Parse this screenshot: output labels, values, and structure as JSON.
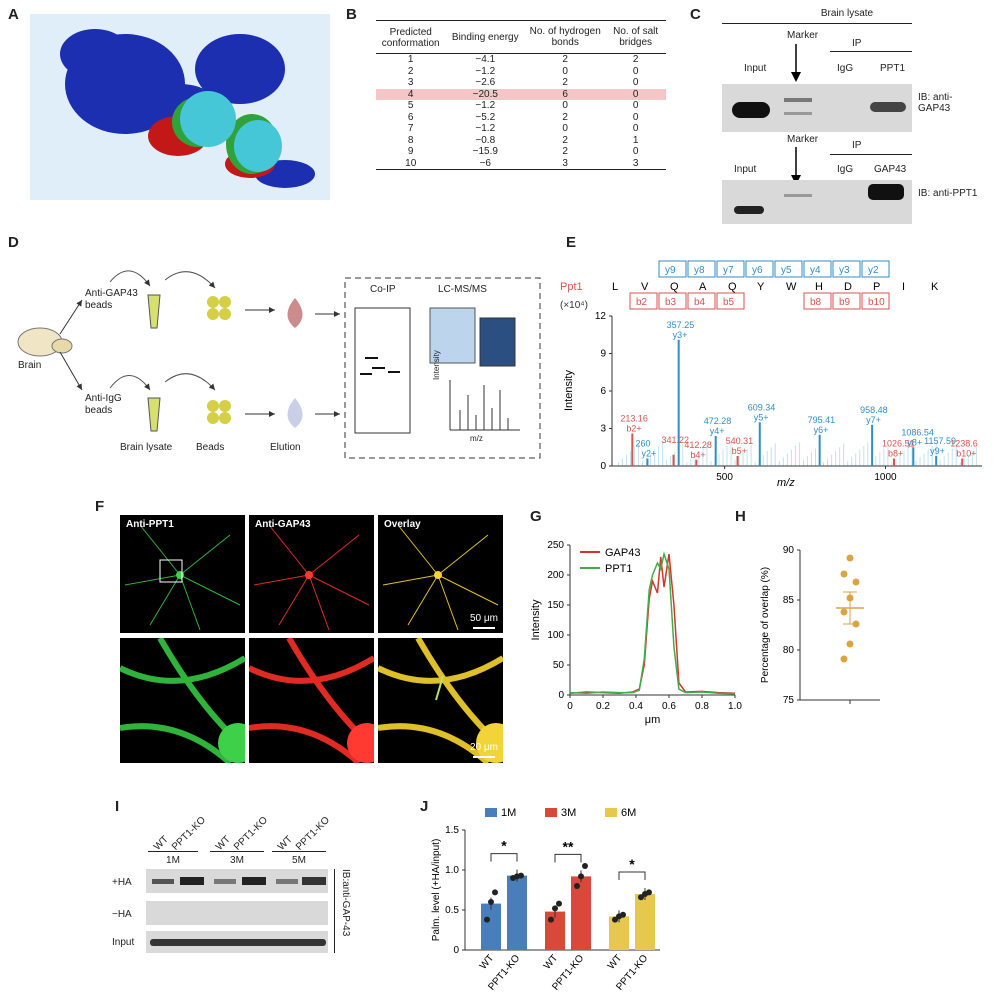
{
  "panels": [
    "A",
    "B",
    "C",
    "D",
    "E",
    "F",
    "G",
    "H",
    "I",
    "J"
  ],
  "table_b": {
    "headers": [
      "Predicted conformation",
      "Binding energy",
      "No. of hydrogen bonds",
      "No. of salt bridges"
    ],
    "rows": [
      [
        "1",
        "−4.1",
        "2",
        "2"
      ],
      [
        "2",
        "−1.2",
        "0",
        "0"
      ],
      [
        "3",
        "−2.6",
        "2",
        "0"
      ],
      [
        "4",
        "−20.5",
        "6",
        "0"
      ],
      [
        "5",
        "−1.2",
        "0",
        "0"
      ],
      [
        "6",
        "−5.2",
        "2",
        "0"
      ],
      [
        "7",
        "−1.2",
        "0",
        "0"
      ],
      [
        "8",
        "−0.8",
        "2",
        "1"
      ],
      [
        "9",
        "−15.9",
        "2",
        "0"
      ],
      [
        "10",
        "−6",
        "3",
        "3"
      ]
    ],
    "highlight_row": 3,
    "highlight_color": "#f6c6c6"
  },
  "panel_c": {
    "title": "Brain lysate",
    "marker": "Marker",
    "input": "Input",
    "ip": "IP",
    "igg": "IgG",
    "top_target": "PPT1",
    "bottom_target": "GAP43",
    "ib_top": "IB: anti-GAP43",
    "ib_bottom": "IB: anti-PPT1"
  },
  "panel_d": {
    "brain": "Brain",
    "anti_gap43": "Anti-GAP43 beads",
    "anti_igg": "Anti-IgG beads",
    "brain_lysate": "Brain lysate",
    "beads": "Beads",
    "elution": "Elution",
    "coip": "Co-IP",
    "lcms": "LC-MS/MS",
    "intensity": "Intensity",
    "mz": "m/z"
  },
  "panel_e": {
    "protein": "Ppt1",
    "scale": "(×10⁴)",
    "sequence": [
      "L",
      "V",
      "Q",
      "A",
      "Q",
      "Y",
      "W",
      "H",
      "D",
      "P",
      "I",
      "K"
    ],
    "y_ions": [
      "y9",
      "y8",
      "y7",
      "y6",
      "y5",
      "y4",
      "y3",
      "y2"
    ],
    "b_ions": [
      "b2",
      "b3",
      "b4",
      "b5",
      "b8",
      "b9",
      "b10"
    ],
    "ylabel": "Intensity",
    "xlabel": "m/z",
    "yticks": [
      "0",
      "3",
      "6",
      "9",
      "12"
    ],
    "xticks": [
      "500",
      "1000"
    ],
    "peaks": [
      {
        "mz": 213.16,
        "h": 2.6,
        "label": "213.16",
        "ion": "b2+",
        "color": "#d9534f"
      },
      {
        "mz": 260.2,
        "h": 0.6,
        "label": "260",
        "ion": "y2+",
        "color": "#2f8ec9"
      },
      {
        "mz": 341.22,
        "h": 0.9,
        "label": "341.22",
        "ion": "",
        "color": "#d9534f"
      },
      {
        "mz": 357.25,
        "h": 10.1,
        "label": "357.25",
        "ion": "y3+",
        "color": "#2f8ec9"
      },
      {
        "mz": 412.28,
        "h": 0.5,
        "label": "412.28",
        "ion": "b4+",
        "color": "#d9534f"
      },
      {
        "mz": 472.28,
        "h": 2.4,
        "label": "472.28",
        "ion": "y4+",
        "color": "#2f8ec9"
      },
      {
        "mz": 540.31,
        "h": 0.8,
        "label": "540.31",
        "ion": "b5+",
        "color": "#d9534f"
      },
      {
        "mz": 609.34,
        "h": 3.5,
        "label": "609.34",
        "ion": "y5+",
        "color": "#2f8ec9"
      },
      {
        "mz": 795.41,
        "h": 2.5,
        "label": "795.41",
        "ion": "y6+",
        "color": "#2f8ec9"
      },
      {
        "mz": 958.48,
        "h": 3.3,
        "label": "958.48",
        "ion": "y7+",
        "color": "#2f8ec9"
      },
      {
        "mz": 1026.5,
        "h": 0.6,
        "label": "1026.51",
        "ion": "b8+",
        "color": "#d9534f"
      },
      {
        "mz": 1086.54,
        "h": 1.5,
        "label": "1086.54",
        "ion": "y8+",
        "color": "#2f8ec9"
      },
      {
        "mz": 1157.59,
        "h": 0.8,
        "label": "1157.59",
        "ion": "y9+",
        "color": "#2f8ec9"
      },
      {
        "mz": 1238.6,
        "h": 0.6,
        "label": "1238.6",
        "ion": "b10+",
        "color": "#d9534f"
      }
    ]
  },
  "panel_f": {
    "anti_ppt1": "Anti-PPT1",
    "anti_gap43": "Anti-GAP43",
    "overlay": "Overlay",
    "scale_top": "50 μm",
    "scale_bottom": "20 μm"
  },
  "chart_data": [
    {
      "type": "line",
      "id": "G",
      "xlabel": "μm",
      "ylabel": "Intensity",
      "xlim": [
        0,
        1.0
      ],
      "ylim": [
        0,
        250
      ],
      "xticks": [
        "0",
        "0.2",
        "0.4",
        "0.6",
        "0.8",
        "1.0"
      ],
      "yticks": [
        "0",
        "50",
        "100",
        "150",
        "200",
        "250"
      ],
      "series": [
        {
          "name": "GAP43",
          "color": "#d9342b",
          "x": [
            0,
            0.1,
            0.2,
            0.3,
            0.38,
            0.42,
            0.45,
            0.48,
            0.5,
            0.53,
            0.55,
            0.57,
            0.6,
            0.63,
            0.66,
            0.7,
            0.8,
            0.9,
            1.0
          ],
          "y": [
            3,
            5,
            4,
            3,
            5,
            10,
            50,
            160,
            190,
            170,
            230,
            180,
            235,
            150,
            20,
            5,
            6,
            4,
            3
          ]
        },
        {
          "name": "PPT1",
          "color": "#3fae49",
          "x": [
            0,
            0.1,
            0.2,
            0.3,
            0.38,
            0.42,
            0.45,
            0.48,
            0.5,
            0.53,
            0.55,
            0.57,
            0.6,
            0.63,
            0.66,
            0.7,
            0.8,
            0.9,
            1.0
          ],
          "y": [
            4,
            3,
            5,
            4,
            4,
            8,
            60,
            175,
            200,
            220,
            210,
            235,
            210,
            80,
            10,
            4,
            5,
            3,
            2
          ]
        }
      ]
    },
    {
      "type": "scatter",
      "id": "H",
      "ylabel": "Percentage of overlap (%)",
      "ylim": [
        75,
        90
      ],
      "yticks": [
        "75",
        "80",
        "85",
        "90"
      ],
      "values": [
        89.2,
        87.6,
        86.8,
        85.2,
        83.8,
        82.6,
        80.6,
        79.1
      ],
      "mean": 84.2,
      "sem": 1.6,
      "color": "#d9a441"
    },
    {
      "type": "bar",
      "id": "J",
      "ylabel": "Palm. level (+HA/input)",
      "ylim": [
        0,
        1.5
      ],
      "yticks": [
        "0",
        "0.5",
        "1.0",
        "1.5"
      ],
      "categories": [
        "WT",
        "PPT1-KO",
        "WT",
        "PPT1-KO",
        "WT",
        "PPT1-KO"
      ],
      "groups": [
        {
          "name": "1M",
          "color": "#4a7ebb",
          "values": [
            0.58,
            0.93
          ],
          "points": [
            [
              0.38,
              0.6,
              0.72
            ],
            [
              0.9,
              0.92,
              0.93
            ]
          ],
          "sig": "*"
        },
        {
          "name": "3M",
          "color": "#d9483b",
          "values": [
            0.48,
            0.92
          ],
          "points": [
            [
              0.38,
              0.52,
              0.58
            ],
            [
              0.8,
              0.92,
              1.05
            ]
          ],
          "sig": "**"
        },
        {
          "name": "6M",
          "color": "#e6c84f",
          "values": [
            0.42,
            0.7
          ],
          "points": [
            [
              0.38,
              0.42,
              0.44
            ],
            [
              0.66,
              0.7,
              0.72
            ]
          ],
          "sig": "*"
        }
      ]
    }
  ],
  "panel_i": {
    "lanes": [
      "WT",
      "PPT1-KO",
      "WT",
      "PPT1-KO",
      "WT",
      "PPT1-KO"
    ],
    "months": [
      "1M",
      "3M",
      "5M"
    ],
    "rows": [
      "+HA",
      "−HA",
      "Input"
    ],
    "ib": "IB:anti-GAP-43"
  }
}
